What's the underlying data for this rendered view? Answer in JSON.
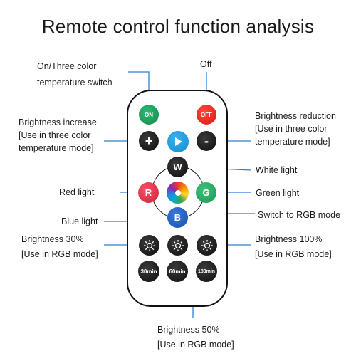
{
  "title": "Remote control function analysis",
  "labels": {
    "on_switch": [
      "On/Three color",
      "temperature switch"
    ],
    "off": "Off",
    "brightness_increase": [
      "Brightness increase",
      "[Use in three color",
      "temperature mode]"
    ],
    "brightness_reduction": [
      "Brightness reduction",
      "[Use in three color",
      "temperature mode]"
    ],
    "white_light": "White light",
    "red_light": "Red light",
    "green_light": "Green light",
    "blue_light": "Blue light",
    "switch_rgb": "Switch to RGB mode",
    "brightness_30": [
      "Brightness 30%",
      "[Use in RGB mode]"
    ],
    "brightness_100": [
      "Brightness 100%",
      "[Use in RGB mode]"
    ],
    "brightness_50": [
      "Brightness 50%",
      "[Use in RGB mode]"
    ]
  },
  "remote": {
    "on": "ON",
    "off": "OFF",
    "plus": "+",
    "minus": "-",
    "w": "W",
    "r": "R",
    "g": "G",
    "b": "B",
    "timer_30": "30min",
    "timer_60": "60min",
    "timer_180": "180min"
  },
  "colors": {
    "accent_line": "#2f7fd6",
    "on_button": "#1a9b57",
    "off_button": "#e8241a",
    "red_button": "#e3354b",
    "green_button": "#25a862",
    "blue_button": "#1f5fc4",
    "play_button": "#1d9ee0"
  },
  "icons": [
    "plus-icon",
    "play-icon",
    "minus-icon",
    "color-wheel-icon",
    "sun-icon",
    "timer-icon"
  ]
}
